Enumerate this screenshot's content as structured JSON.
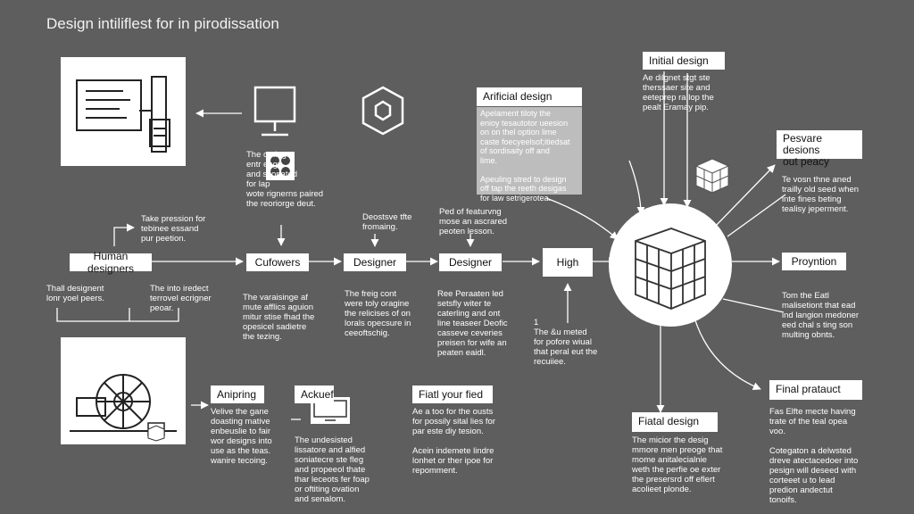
{
  "title": "Design intiliflest for in pirodissation",
  "nodes": {
    "human_designers": "Human designers",
    "cufowers": "Cufowers",
    "designer_1": "Designer",
    "designer_2": "Designer",
    "high": "High",
    "proyntion": "Proyntion",
    "initial_design": "Initial design",
    "artificial_design": "Arificial design",
    "pesvare": "Pesvare desions\nout peacy",
    "final_product": "Final pratauct",
    "final_design": "Fiatal design",
    "anipring": "Anipring",
    "ackuef": "Ackuef",
    "fiatl_your_fied": "Fiatl your fied"
  },
  "notes": {
    "take_presssion": "Take pression for\ntebinee essand\npur peetion.",
    "that_designent": "Thall designent\nlonr yoel peers.",
    "the_into_ireduct": "The into iredect\nterrovel ecrigner\npeoar.",
    "cufowers_top": "The        outing\nentr eagr\nand         ssonated\nfor           lap\nwote rignerns paired\nthe reoriorge deut.",
    "cufowers_bottom": "The varaisinge af\nmute afflics aguion\nmitur stise fhad the\nopesicel sadietre\nthe tezing.",
    "designer1_top": "Deostsve tfte\nfromaing.",
    "designer1_bottom": "The freig cont\nwere toly oragine\nthe relicises of on\nlorals opecsure in\nceeoftschig.",
    "designer2_top": "Ped of featurvng\nmose an ascrared\npeoten lesson.",
    "designer2_bottom": "Ree Peraaten led\nsetsfly witer te\ncaterling and ont\nline teaseer Deofic\ncasseve ceveries\npreisen for wife an\npeaten eaidl.",
    "high_bottom": "1\nThe &u meted\nfor pofore wiual\nthat peral eut the\nrecuiiee.",
    "initial_design_text": "Ae dilgnet stgt ste\ntherssaer site and\neeteprep ra lop the\npealt Eramay pip.",
    "artificial_text": "Apelament tiloty the\nenioy tesautotor ueesion\non on thel option lime\ncaste foecyeelsof;itiedsat\nof sordisaity off and\nlime.\n\nApeuling stred to design\noff tap the reeth desigas\nfor law setrigerotea.",
    "pesvare_text": "Te vosn thne aned\ntrailly old seed when\ninte fines beting\ntealisy jeperment.",
    "proyntion_text": "Tom the Eatl\nmalisetiont that ead\nind langion medoner\need chal s ting son\nmulting obnts.",
    "final_product_text": "Fas Elfte mecte having\ntrate of the teal opea\nvoo.\n\nCotegaton a delwsted\ndreve atectacedoer into\npesign will deseed with\ncorteeet u to lead\npredion andectut\ntonoifs.",
    "final_design_text": "The micior the desig\nmmore men preoge that\nmome anitalecialnie\nweth the perfie oe exter\nthe presersrd off eflert\nacolieet plonde.",
    "anipring_text": "Velive the gane\ndoasting mative\nenbeuslie to fair\nwor designs into\nuse as the teas.\nwanire tecoing.",
    "ackuef_text": "The undesisted\nlissatore and alfied\nsoniatecre ste fleg\nand propeeol thate\nthar leceots fer foap\nor oftiting ovation\nand senalom.",
    "fiatl_text": "Ae a too for the ousts\nfor possily sital lies for\npar este diy tesion.\n\nAcein indemete lindre\nlonhet or ther ipoe for\nrepomment."
  },
  "icons": [
    "monitor-icon",
    "hexagon-icon",
    "rubik-cube-icon",
    "grid-cube-icon",
    "gear-machine-icon",
    "screen-keyboard-icon",
    "laptop-screen-icon"
  ]
}
